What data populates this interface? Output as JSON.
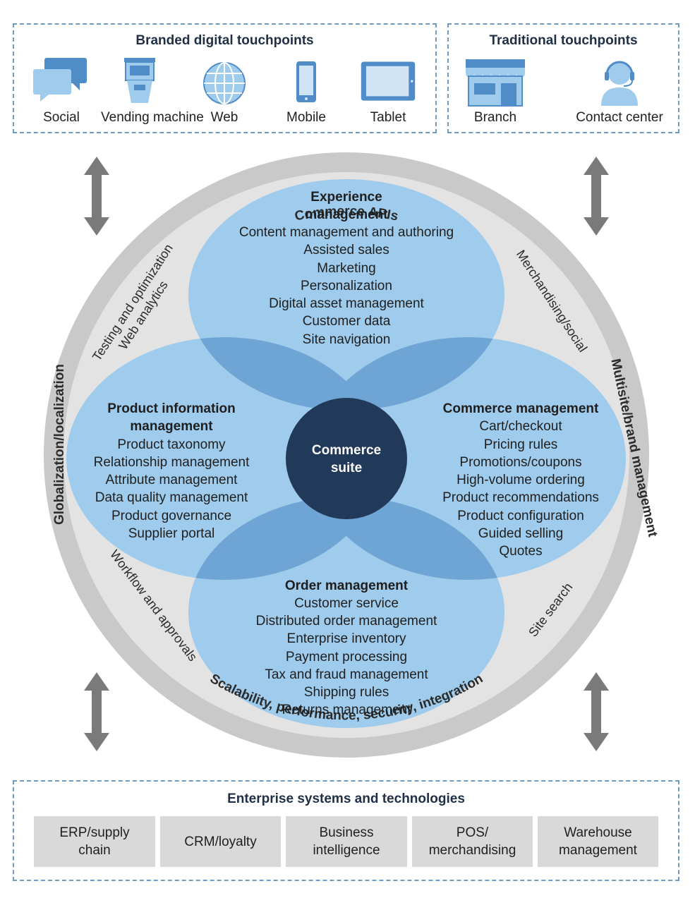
{
  "branded": {
    "title": "Branded digital touchpoints",
    "items": [
      {
        "label": "Social",
        "icon": "chat-bubbles-icon"
      },
      {
        "label": "Vending machine",
        "icon": "vending-machine-icon"
      },
      {
        "label": "Web",
        "icon": "globe-icon"
      },
      {
        "label": "Mobile",
        "icon": "mobile-phone-icon"
      },
      {
        "label": "Tablet",
        "icon": "tablet-icon"
      }
    ]
  },
  "traditional": {
    "title": "Traditional touchpoints",
    "items": [
      {
        "label": "Branch",
        "icon": "store-icon"
      },
      {
        "label": "Contact center",
        "icon": "headset-agent-icon"
      }
    ]
  },
  "ring": {
    "top": "Commerce APIs",
    "bottom": "Scalability, performance, security, integration",
    "left": "Globalization/localization",
    "right": "Multisite/brand management"
  },
  "inner_labels": {
    "testing": "Testing and optimization",
    "analytics": "Web analytics",
    "merch": "Merchandising/social",
    "workflow": "Workflow and approvals",
    "search": "Site search"
  },
  "center": {
    "line1": "Commerce",
    "line2": "suite"
  },
  "experience": {
    "title1": "Experience",
    "title2": "management",
    "items": [
      "Content management and authoring",
      "Assisted sales",
      "Marketing",
      "Personalization",
      "Digital asset management",
      "Customer data",
      "Site navigation"
    ]
  },
  "product": {
    "title1": "Product information",
    "title2": "management",
    "items": [
      "Product taxonomy",
      "Relationship management",
      "Attribute management",
      "Data quality management",
      "Product governance",
      "Supplier portal"
    ]
  },
  "commerce": {
    "title": "Commerce management",
    "items": [
      "Cart/checkout",
      "Pricing rules",
      "Promotions/coupons",
      "High-volume ordering",
      "Product recommendations",
      "Product configuration",
      "Guided selling",
      "Quotes"
    ]
  },
  "order": {
    "title": "Order management",
    "items": [
      "Customer service",
      "Distributed order management",
      "Enterprise inventory",
      "Payment processing",
      "Tax and fraud management",
      "Shipping rules",
      "Returns management"
    ]
  },
  "enterprise": {
    "title": "Enterprise systems and technologies",
    "boxes": [
      {
        "line1": "ERP/supply",
        "line2": "chain"
      },
      {
        "line1": "CRM/loyalty",
        "line2": ""
      },
      {
        "line1": "Business",
        "line2": "intelligence"
      },
      {
        "line1": "POS/",
        "line2": "merchandising"
      },
      {
        "line1": "Warehouse",
        "line2": "management"
      }
    ]
  },
  "colors": {
    "ellipse": "#9fcbec",
    "overlap": "#6fa5d4",
    "center": "#223a5a",
    "ring": "#c9c9c9",
    "arrow": "#7a7a7a",
    "dash": "#6f9bc3"
  }
}
